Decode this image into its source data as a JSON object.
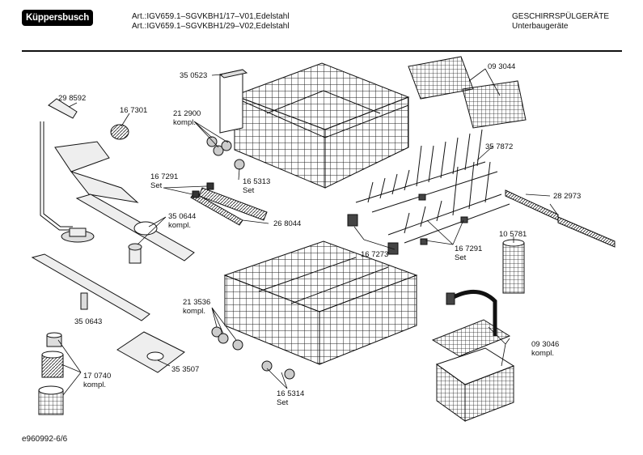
{
  "header": {
    "logo": "Küppersbusch",
    "article_lines": [
      "Art.:IGV659.1–SGVKBH1/17–V01,Edelstahl",
      "Art.:IGV659.1–SGVKBH1/29–V02,Edelstahl"
    ],
    "category_lines": [
      "GESCHIRRSPÜLGERÄTE",
      "Unterbaugeräte"
    ]
  },
  "parts": [
    {
      "id": "p350523",
      "lines": [
        "35 0523"
      ]
    },
    {
      "id": "p093044",
      "lines": [
        "09 3044"
      ]
    },
    {
      "id": "p298592",
      "lines": [
        "29 8592"
      ]
    },
    {
      "id": "p167301",
      "lines": [
        "16 7301"
      ]
    },
    {
      "id": "p212900",
      "lines": [
        "21 2900",
        "kompl."
      ]
    },
    {
      "id": "p357872",
      "lines": [
        "35 7872"
      ]
    },
    {
      "id": "p167291a",
      "lines": [
        "16 7291",
        "Set"
      ]
    },
    {
      "id": "p165313",
      "lines": [
        "16 5313",
        "Set"
      ]
    },
    {
      "id": "p282973",
      "lines": [
        "28 2973"
      ]
    },
    {
      "id": "p350644",
      "lines": [
        "35 0644",
        "kompl."
      ]
    },
    {
      "id": "p268044",
      "lines": [
        "26 8044"
      ]
    },
    {
      "id": "p105781",
      "lines": [
        "10 5781"
      ]
    },
    {
      "id": "p167273",
      "lines": [
        "16 7273"
      ]
    },
    {
      "id": "p167291b",
      "lines": [
        "16 7291",
        "Set"
      ]
    },
    {
      "id": "p213536",
      "lines": [
        "21 3536",
        "kompl."
      ]
    },
    {
      "id": "p350643",
      "lines": [
        "35 0643"
      ]
    },
    {
      "id": "p093046",
      "lines": [
        "09 3046",
        "kompl."
      ]
    },
    {
      "id": "p353507",
      "lines": [
        "35 3507"
      ]
    },
    {
      "id": "p170740",
      "lines": [
        "17 0740",
        "kompl."
      ]
    },
    {
      "id": "p165314",
      "lines": [
        "16 5314",
        "Set"
      ]
    }
  ],
  "footer": {
    "code": "e960992-6/6"
  }
}
